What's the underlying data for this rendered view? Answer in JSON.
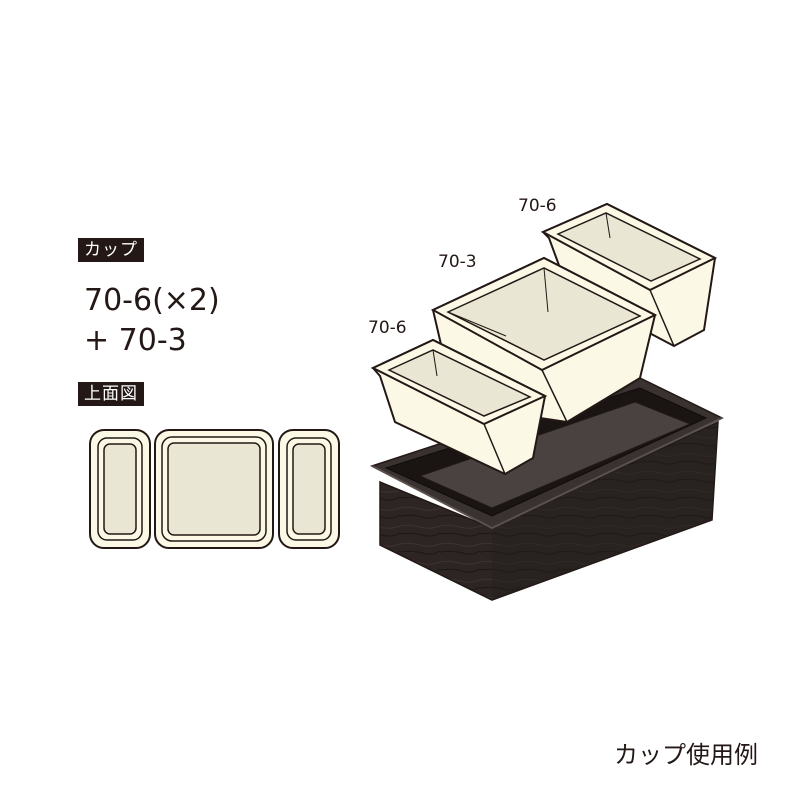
{
  "cup_tag": "カップ",
  "combo": {
    "line1": "70-6(×2)",
    "line2": "+ 70-3"
  },
  "top_view_tag": "上面図",
  "iso_labels": {
    "back_cup": "70-6",
    "middle_cup": "70-3",
    "front_cup": "70-6"
  },
  "caption": "カップ使用例",
  "colors": {
    "cup_fill": "#fbf8e6",
    "cup_inner": "#e9e6d3",
    "outline": "#231815",
    "box_dark": "#2c2523"
  }
}
